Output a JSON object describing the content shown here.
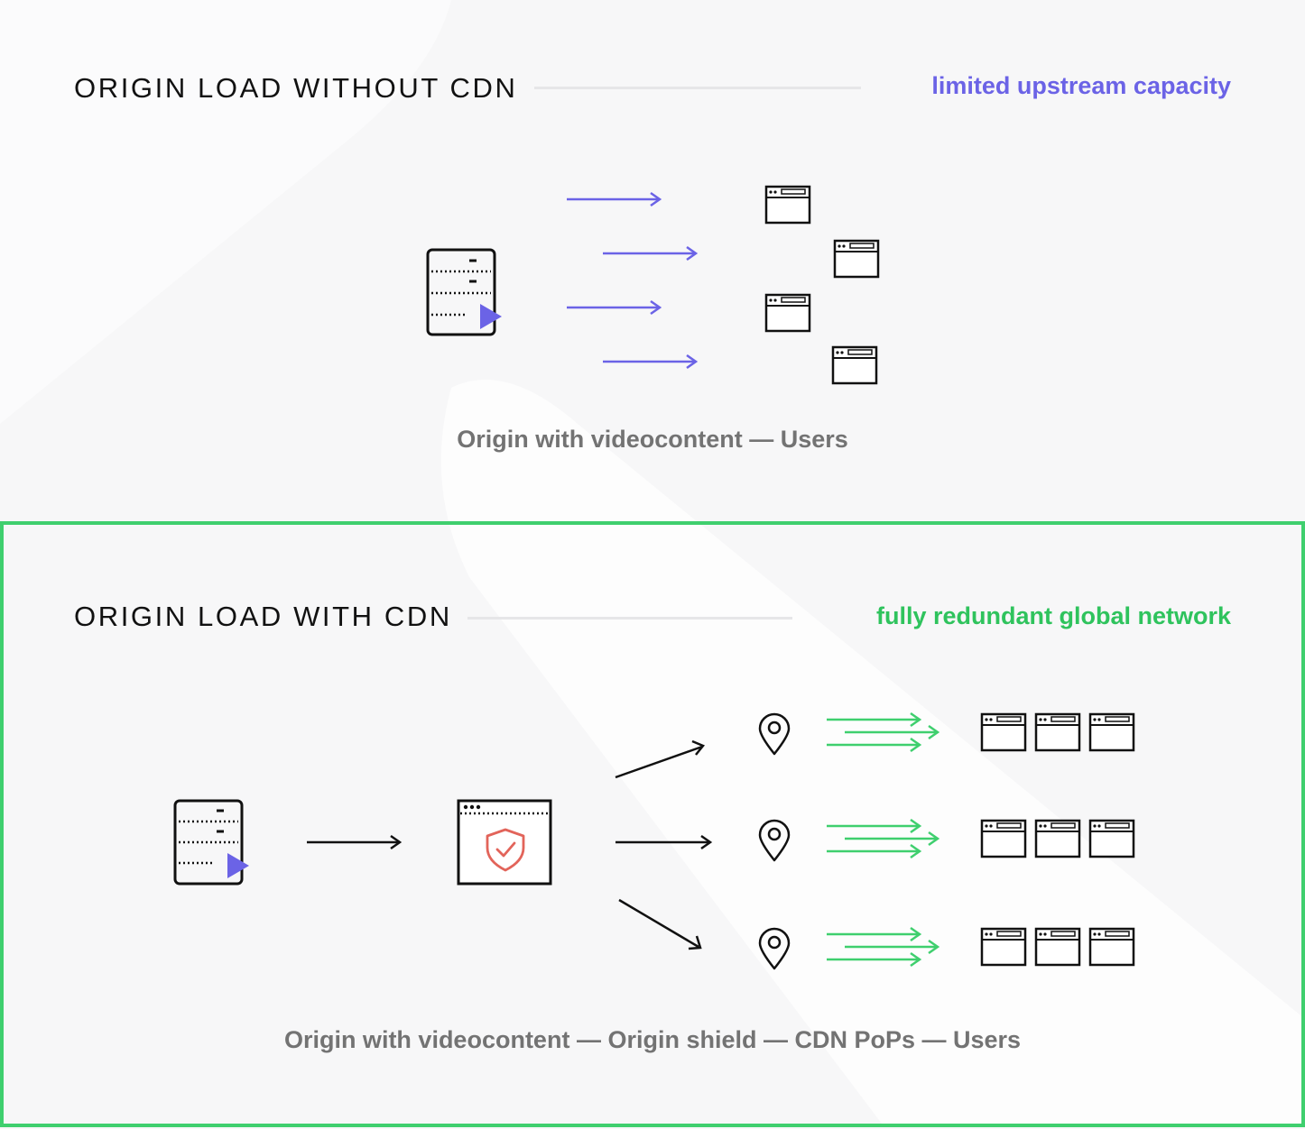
{
  "without_cdn": {
    "heading": "ORIGIN LOAD WITHOUT CDN",
    "tagline": "limited upstream capacity",
    "caption": "Origin with videocontent — Users"
  },
  "with_cdn": {
    "heading": "ORIGIN LOAD WITH CDN",
    "tagline": "fully redundant global network",
    "caption": "Origin with videocontent — Origin shield — CDN PoPs — Users"
  },
  "colors": {
    "accent_purple": "#6b63e6",
    "accent_green": "#3fcf6e",
    "shield_red": "#e2645a",
    "caption_gray": "#737373"
  },
  "icons": [
    "server-video-icon",
    "browser-window-icon",
    "shield-check-icon",
    "map-pin-icon",
    "arrow-icon"
  ]
}
